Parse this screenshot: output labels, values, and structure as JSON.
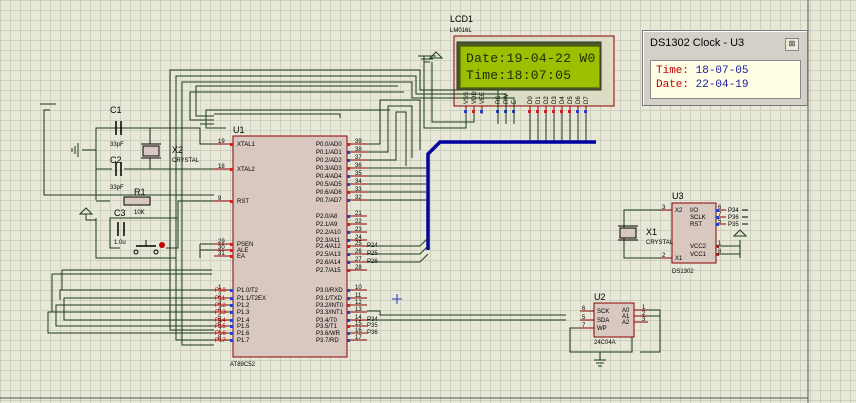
{
  "lcd": {
    "ref": "LCD1",
    "part": "LM016L",
    "line1": "Date:19-04-22 W0",
    "line2": "Time:18:07:05",
    "pins": [
      "VSS",
      "VDD",
      "VEE",
      "RS",
      "RW",
      "E",
      "D0",
      "D1",
      "D2",
      "D3",
      "D4",
      "D5",
      "D6",
      "D7"
    ]
  },
  "popup": {
    "title": "DS1302 Clock - U3",
    "close_label": "⊠",
    "time_label": "Time:",
    "time_value": "18-07-05",
    "date_label": "Date:",
    "date_value": "22-04-19"
  },
  "mcu": {
    "ref": "U1",
    "part": "AT89C52",
    "left_pins": [
      {
        "num": "19",
        "name": "XTAL1"
      },
      {
        "num": "18",
        "name": "XTAL2"
      },
      {
        "num": "9",
        "name": "RST"
      },
      {
        "num": "29",
        "name": "PSEN"
      },
      {
        "num": "30",
        "name": "ALE"
      },
      {
        "num": "31",
        "name": "EA"
      },
      {
        "num": "1",
        "name": "P1.0/T2"
      },
      {
        "num": "2",
        "name": "P1.1/T2EX"
      },
      {
        "num": "3",
        "name": "P1.2"
      },
      {
        "num": "4",
        "name": "P1.3"
      },
      {
        "num": "5",
        "name": "P1.4"
      },
      {
        "num": "6",
        "name": "P1.5"
      },
      {
        "num": "7",
        "name": "P1.6"
      },
      {
        "num": "8",
        "name": "P1.7"
      }
    ],
    "left_nets": [
      "P10",
      "P11",
      "P12",
      "P13",
      "P14",
      "P15",
      "P16",
      "P17"
    ],
    "right_pins": [
      {
        "num": "39",
        "name": "P0.0/AD0"
      },
      {
        "num": "38",
        "name": "P0.1/AD1"
      },
      {
        "num": "37",
        "name": "P0.2/AD2"
      },
      {
        "num": "36",
        "name": "P0.3/AD3"
      },
      {
        "num": "35",
        "name": "P0.4/AD4"
      },
      {
        "num": "34",
        "name": "P0.5/AD5"
      },
      {
        "num": "33",
        "name": "P0.6/AD6"
      },
      {
        "num": "32",
        "name": "P0.7/AD7"
      },
      {
        "num": "21",
        "name": "P2.0/A8"
      },
      {
        "num": "22",
        "name": "P2.1/A9"
      },
      {
        "num": "23",
        "name": "P2.2/A10"
      },
      {
        "num": "24",
        "name": "P2.3/A11"
      },
      {
        "num": "25",
        "name": "P2.4/A12"
      },
      {
        "num": "26",
        "name": "P2.5/A13"
      },
      {
        "num": "27",
        "name": "P2.6/A14"
      },
      {
        "num": "28",
        "name": "P2.7/A15"
      },
      {
        "num": "10",
        "name": "P3.0/RXD"
      },
      {
        "num": "11",
        "name": "P3.1/TXD"
      },
      {
        "num": "12",
        "name": "P3.2/INT0"
      },
      {
        "num": "13",
        "name": "P3.3/INT1"
      },
      {
        "num": "14",
        "name": "P3.4/T0"
      },
      {
        "num": "15",
        "name": "P3.5/T1"
      },
      {
        "num": "16",
        "name": "P3.6/WR"
      },
      {
        "num": "17",
        "name": "P3.7/RD"
      }
    ],
    "right_nets": [
      "P24",
      "P25",
      "P26",
      "P34",
      "P35",
      "P36"
    ]
  },
  "passives": {
    "c1": {
      "ref": "C1",
      "value": "33pF"
    },
    "c2": {
      "ref": "C2",
      "value": "33pF"
    },
    "c3": {
      "ref": "C3",
      "value": "1.0u"
    },
    "r1": {
      "ref": "R1",
      "value": "10K"
    },
    "x2": {
      "ref": "X2",
      "value": "CRYSTAL"
    },
    "x1": {
      "ref": "X1",
      "value": "CRYSTAL"
    }
  },
  "ds1302": {
    "ref": "U3",
    "part": "DS1302",
    "left_pins": [
      {
        "num": "3",
        "name": "X2"
      },
      {
        "num": "2",
        "name": "X1"
      }
    ],
    "right_pins": [
      {
        "num": "6",
        "name": "I/O",
        "net": "P34"
      },
      {
        "num": "7",
        "name": "SCLK",
        "net": "P36"
      },
      {
        "num": "5",
        "name": "RST",
        "net": "P35"
      },
      {
        "num": "1",
        "name": "VCC2"
      },
      {
        "num": "8",
        "name": "VCC1"
      }
    ]
  },
  "eeprom": {
    "ref": "U2",
    "part": "24C04A",
    "left_pins": [
      {
        "num": "6",
        "name": "SCK"
      },
      {
        "num": "5",
        "name": "SDA"
      },
      {
        "num": "7",
        "name": "WP"
      }
    ],
    "right_pins": [
      {
        "num": "1",
        "name": "A0"
      },
      {
        "num": "2",
        "name": "A1"
      },
      {
        "num": "3",
        "name": "A2"
      }
    ]
  }
}
